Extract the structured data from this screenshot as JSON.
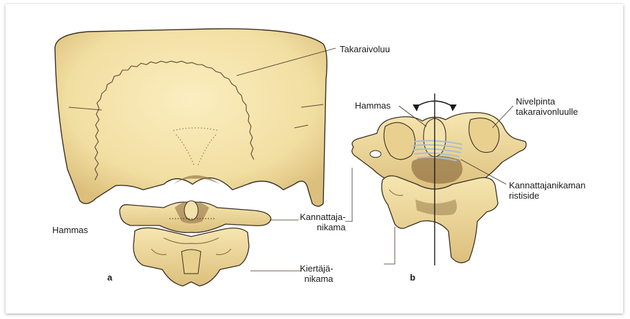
{
  "labels": {
    "takaraivoluu": "Takaraivoluu",
    "hammas_left": "Hammas",
    "kannattaja_1": "Kannattaja-",
    "kannattaja_2": "nikama",
    "kiertaja_1": "Kiertäjä-",
    "kiertaja_2": "nikama",
    "hammas_right": "Hammas",
    "nivelpinta_1": "Nivelpinta",
    "nivelpinta_2": "takaraivonluulle",
    "ristiside_1": "Kannattajanikaman",
    "ristiside_2": "ristiside",
    "fig_a": "a",
    "fig_b": "b"
  },
  "colors": {
    "bone": "#f1dea1",
    "bone_shadow": "#c9a560",
    "bone_dark": "#8a6a3c",
    "outline": "#3a2e22",
    "ligament": "#b9c9d8",
    "frame_shadow": "#999999"
  }
}
